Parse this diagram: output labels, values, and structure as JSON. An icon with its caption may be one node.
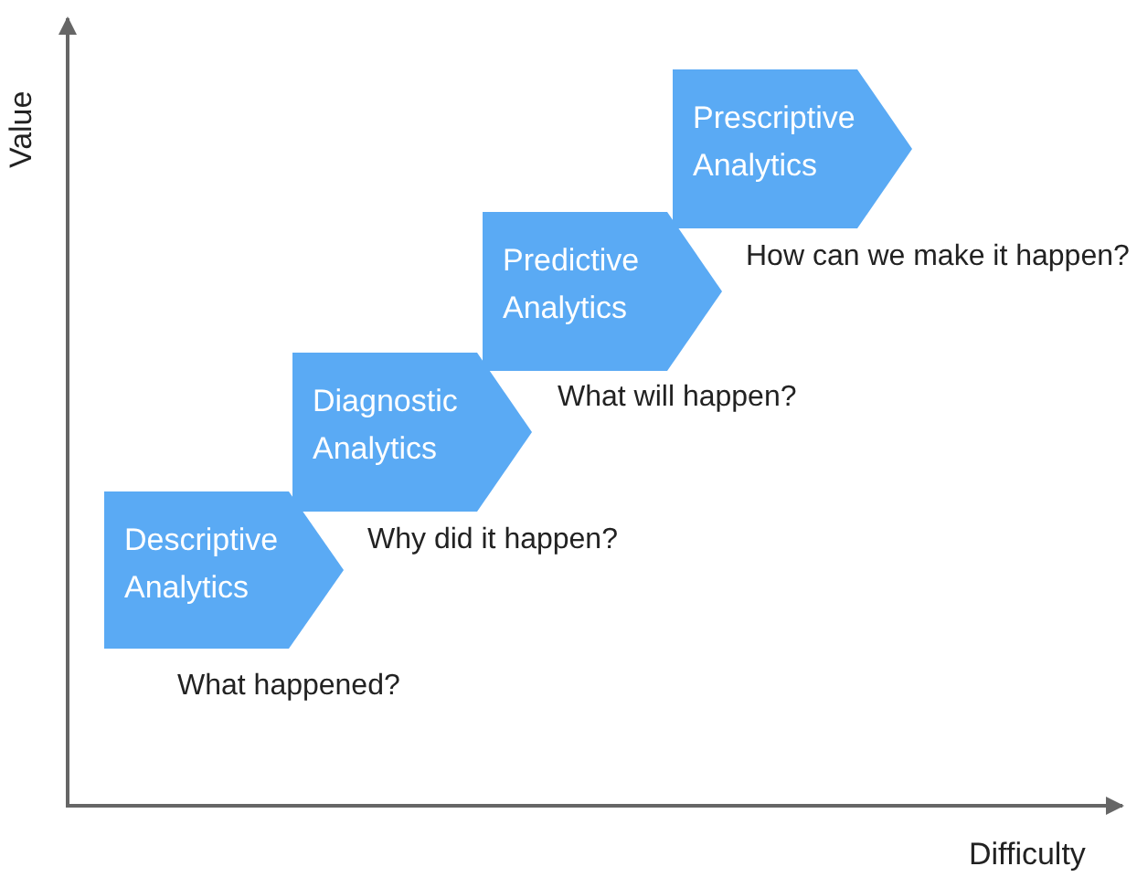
{
  "diagram": {
    "nodes": [
      {
        "text": [
          "Descriptive Analytics"
        ],
        "beside": [
          "What happened?"
        ]
      },
      {
        "text": [
          "Diagnostic Analytics"
        ],
        "beside": [
          "Why did it happen?"
        ]
      },
      {
        "text": [
          "Predictive Analytics"
        ],
        "beside": [
          "What will happen?"
        ]
      },
      {
        "text": [
          "Prescriptive Analytics"
        ],
        "beside": [
          "How can we make it happen?"
        ]
      }
    ],
    "edges": [],
    "labels": [
      "Value",
      "Difficulty"
    ]
  }
}
